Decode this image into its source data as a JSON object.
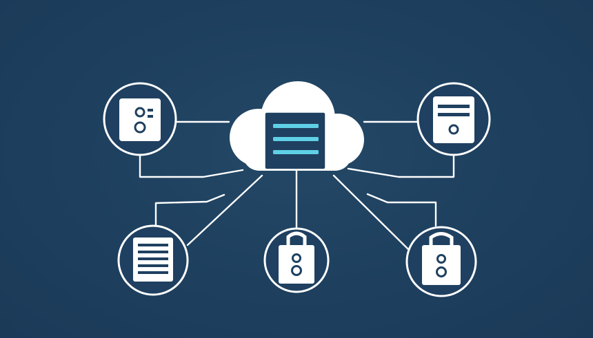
{
  "diagram": {
    "background_color": "#1f4060",
    "line_color": "#ffffff",
    "accent_color": "#5fd0e6",
    "hub": {
      "shape": "cloud",
      "icon": "server-list-icon"
    },
    "nodes": [
      {
        "id": "top-left",
        "icon": "document-rings-icon"
      },
      {
        "id": "top-right",
        "icon": "document-lines-icon"
      },
      {
        "id": "bottom-left",
        "icon": "list-document-icon"
      },
      {
        "id": "bottom-center",
        "icon": "lock-icon"
      },
      {
        "id": "bottom-right",
        "icon": "lock-icon"
      }
    ]
  }
}
